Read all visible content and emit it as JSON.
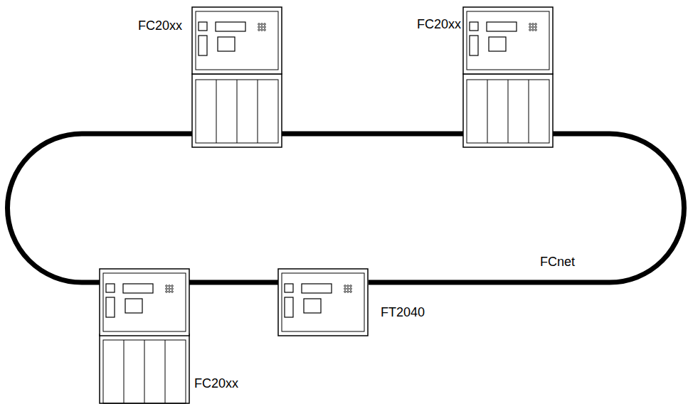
{
  "diagram": {
    "nodes": [
      {
        "text": [
          "FC20xx"
        ]
      },
      {
        "text": [
          "FC20xx"
        ]
      },
      {
        "text": [
          "FC20xx"
        ]
      },
      {
        "text": [
          "FT2040"
        ]
      }
    ],
    "edges": [
      {
        "from": 0,
        "to": 1,
        "arrow": "none"
      },
      {
        "from": 1,
        "to": 3,
        "arrow": "none",
        "label": "FCnet"
      },
      {
        "from": 3,
        "to": 2,
        "arrow": "none"
      },
      {
        "from": 2,
        "to": 0,
        "arrow": "none"
      }
    ]
  }
}
